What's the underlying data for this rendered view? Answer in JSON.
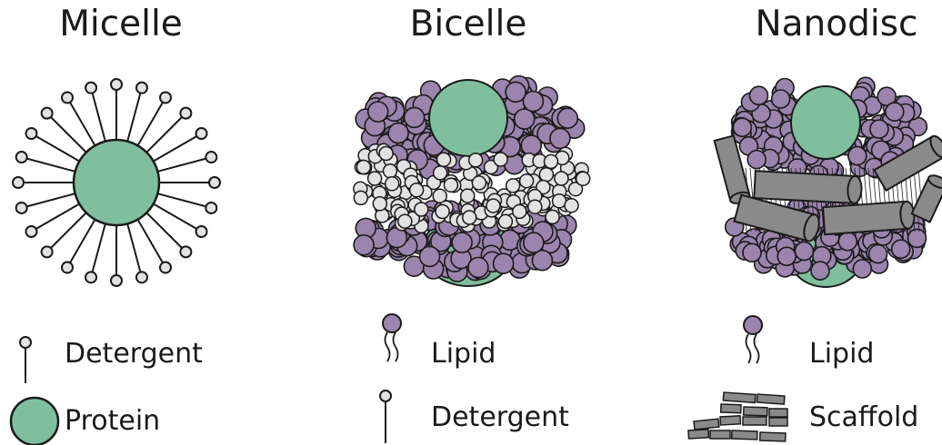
{
  "panels": {
    "micelle": {
      "title": "Micelle",
      "legend": [
        {
          "symbol": "detergent",
          "label": "Detergent"
        },
        {
          "symbol": "protein",
          "label": "Protein"
        }
      ]
    },
    "bicelle": {
      "title": "Bicelle",
      "legend": [
        {
          "symbol": "lipid",
          "label": "Lipid"
        },
        {
          "symbol": "detergent",
          "label": "Detergent"
        }
      ]
    },
    "nanodisc": {
      "title": "Nanodisc",
      "legend": [
        {
          "symbol": "lipid",
          "label": "Lipid"
        },
        {
          "symbol": "scaffold",
          "label": "Scaffold"
        }
      ]
    }
  },
  "colors": {
    "protein": "#7fbf9e",
    "lipid_head": "#9b84ad",
    "detergent_head": "#e2e2e2",
    "scaffold": "#8a8a8a",
    "outline": "#1a1a1a"
  }
}
